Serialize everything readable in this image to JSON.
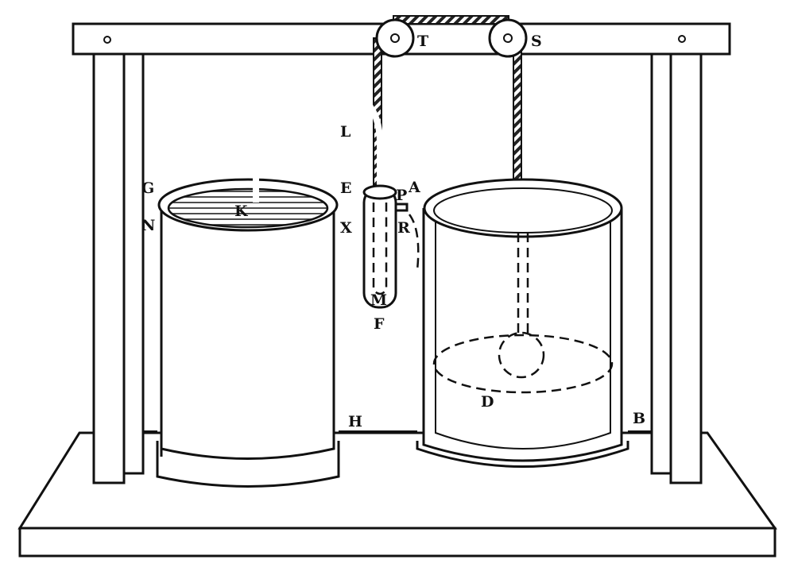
{
  "figure": {
    "description": "Engraving of an apparatus with two cylindrical jars on a wooden stand, a siphon tube, and a cord running over two pulleys",
    "labels": {
      "T": "T",
      "S": "S",
      "L": "L",
      "G": "G",
      "N": "N",
      "K": "K",
      "E": "E",
      "X": "X",
      "P": "P",
      "A": "A",
      "R": "R",
      "M": "M",
      "F": "F",
      "D": "D",
      "H": "H",
      "B": "B"
    },
    "colors": {
      "ink": "#111111",
      "paper": "#ffffff"
    }
  }
}
